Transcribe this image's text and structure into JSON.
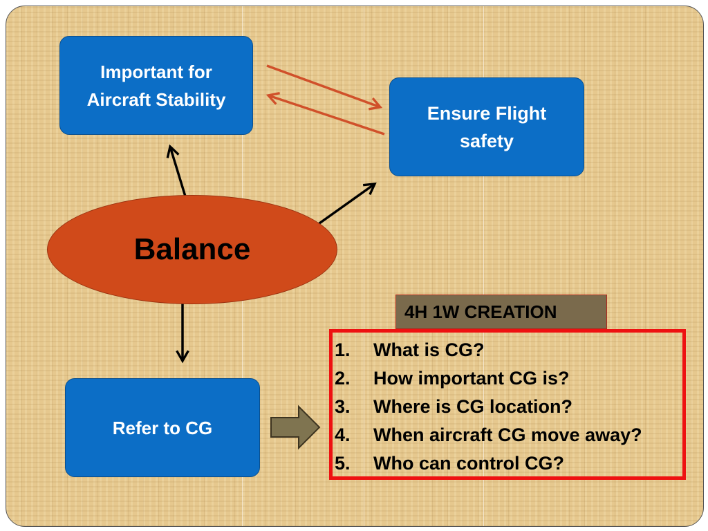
{
  "nodes": {
    "stability": "Important for Aircraft Stability",
    "safety": "Ensure Flight safety",
    "balance": "Balance",
    "refer": "Refer to CG"
  },
  "tag": "4H 1W CREATION",
  "questions": [
    {
      "num": "1.",
      "text": "What is CG?"
    },
    {
      "num": "2.",
      "text": "How important CG is?"
    },
    {
      "num": "3.",
      "text": "Where is CG location?"
    },
    {
      "num": "4.",
      "text": "When aircraft CG move away?"
    },
    {
      "num": "5.",
      "text": "Who can control CG?"
    }
  ],
  "colors": {
    "box_blue": "#0c6ec6",
    "ellipse_orange": "#d04a1a",
    "arrow_red": "#d0502a",
    "frame_red": "#ee1111",
    "block_arrow": "#7f7450"
  }
}
